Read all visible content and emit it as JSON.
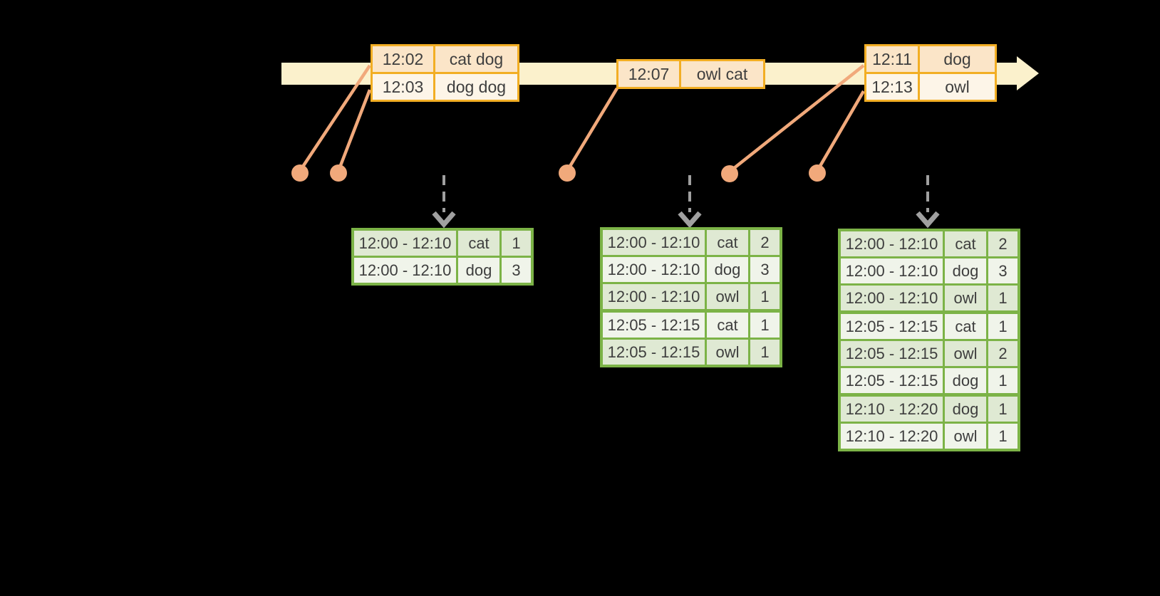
{
  "colors": {
    "background": "#000000",
    "timeline_band": "#FBF1CC",
    "event_table_border": "#F2AE24",
    "event_row_dark": "#FBE5C8",
    "event_row_light": "#FDF5E8",
    "connector_salmon": "#F1A97B",
    "trigger_arrow_gray": "#A0A0A0",
    "result_table_border": "#7CB347",
    "result_row_dark": "#DFE9D3",
    "result_row_light": "#F0F4EA",
    "text": "#3E3E3E"
  },
  "event_stream": {
    "tables": [
      {
        "rows": [
          {
            "time": "12:02",
            "words": "cat dog"
          },
          {
            "time": "12:03",
            "words": "dog dog"
          }
        ]
      },
      {
        "rows": [
          {
            "time": "12:07",
            "words": "owl cat"
          }
        ]
      },
      {
        "rows": [
          {
            "time": "12:11",
            "words": "dog"
          },
          {
            "time": "12:13",
            "words": "owl"
          }
        ]
      }
    ]
  },
  "result_tables": [
    {
      "rows": [
        {
          "window": "12:00 - 12:10",
          "word": "cat",
          "count": "1"
        },
        {
          "window": "12:00 - 12:10",
          "word": "dog",
          "count": "3"
        }
      ]
    },
    {
      "rows": [
        {
          "window": "12:00 - 12:10",
          "word": "cat",
          "count": "2"
        },
        {
          "window": "12:00 - 12:10",
          "word": "dog",
          "count": "3"
        },
        {
          "window": "12:00 - 12:10",
          "word": "owl",
          "count": "1"
        },
        {
          "window": "12:05 - 12:15",
          "word": "cat",
          "count": "1"
        },
        {
          "window": "12:05 - 12:15",
          "word": "owl",
          "count": "1"
        }
      ]
    },
    {
      "rows": [
        {
          "window": "12:00 - 12:10",
          "word": "cat",
          "count": "2"
        },
        {
          "window": "12:00 - 12:10",
          "word": "dog",
          "count": "3"
        },
        {
          "window": "12:00 - 12:10",
          "word": "owl",
          "count": "1"
        },
        {
          "window": "12:05 - 12:15",
          "word": "cat",
          "count": "1"
        },
        {
          "window": "12:05 - 12:15",
          "word": "owl",
          "count": "2"
        },
        {
          "window": "12:05 - 12:15",
          "word": "dog",
          "count": "1"
        },
        {
          "window": "12:10 - 12:20",
          "word": "dog",
          "count": "1"
        },
        {
          "window": "12:10 - 12:20",
          "word": "owl",
          "count": "1"
        }
      ]
    }
  ]
}
